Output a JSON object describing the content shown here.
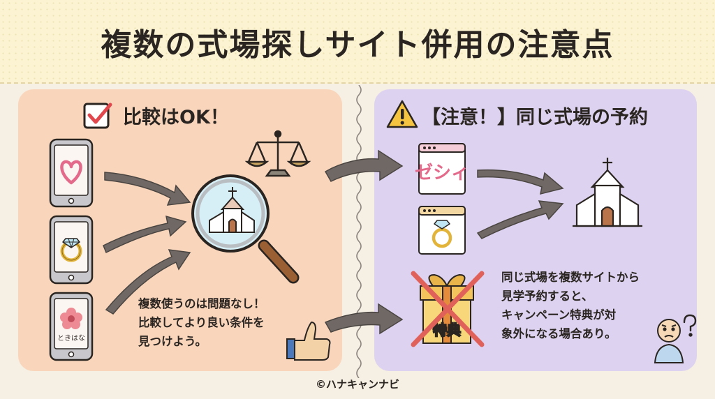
{
  "title": "複数の式場探しサイト併用の注意点",
  "left_panel": {
    "heading": "比較はOK！",
    "apps": [
      {
        "icon": "heart-icon"
      },
      {
        "icon": "ring-icon"
      },
      {
        "icon": "flower-icon",
        "label": "ときはな"
      }
    ],
    "note_lines": [
      "複数使うのは問題なし！",
      "比較してより良い条件を",
      "見つけよう。"
    ]
  },
  "right_panel": {
    "heading": "【注意！】同じ式場の予約",
    "sites": [
      {
        "icon": "zexy-logo",
        "label": "ゼシィ"
      },
      {
        "icon": "ring-icon"
      }
    ],
    "gift_label": "特典",
    "note_lines": [
      "同じ式場を複数サイトから",
      "見学予約すると、",
      "キャンペーン特典が対",
      "象外になる場合あり。"
    ]
  },
  "copyright": "©ハナキャンナビ",
  "colors": {
    "header_bg": "#fbf3d2",
    "left_panel_bg": "#f9d6bb",
    "right_panel_bg": "#ddd2ef",
    "accent_pink": "#e46a8c",
    "cross_red": "#e0605a",
    "arrow": "#6f6864"
  }
}
